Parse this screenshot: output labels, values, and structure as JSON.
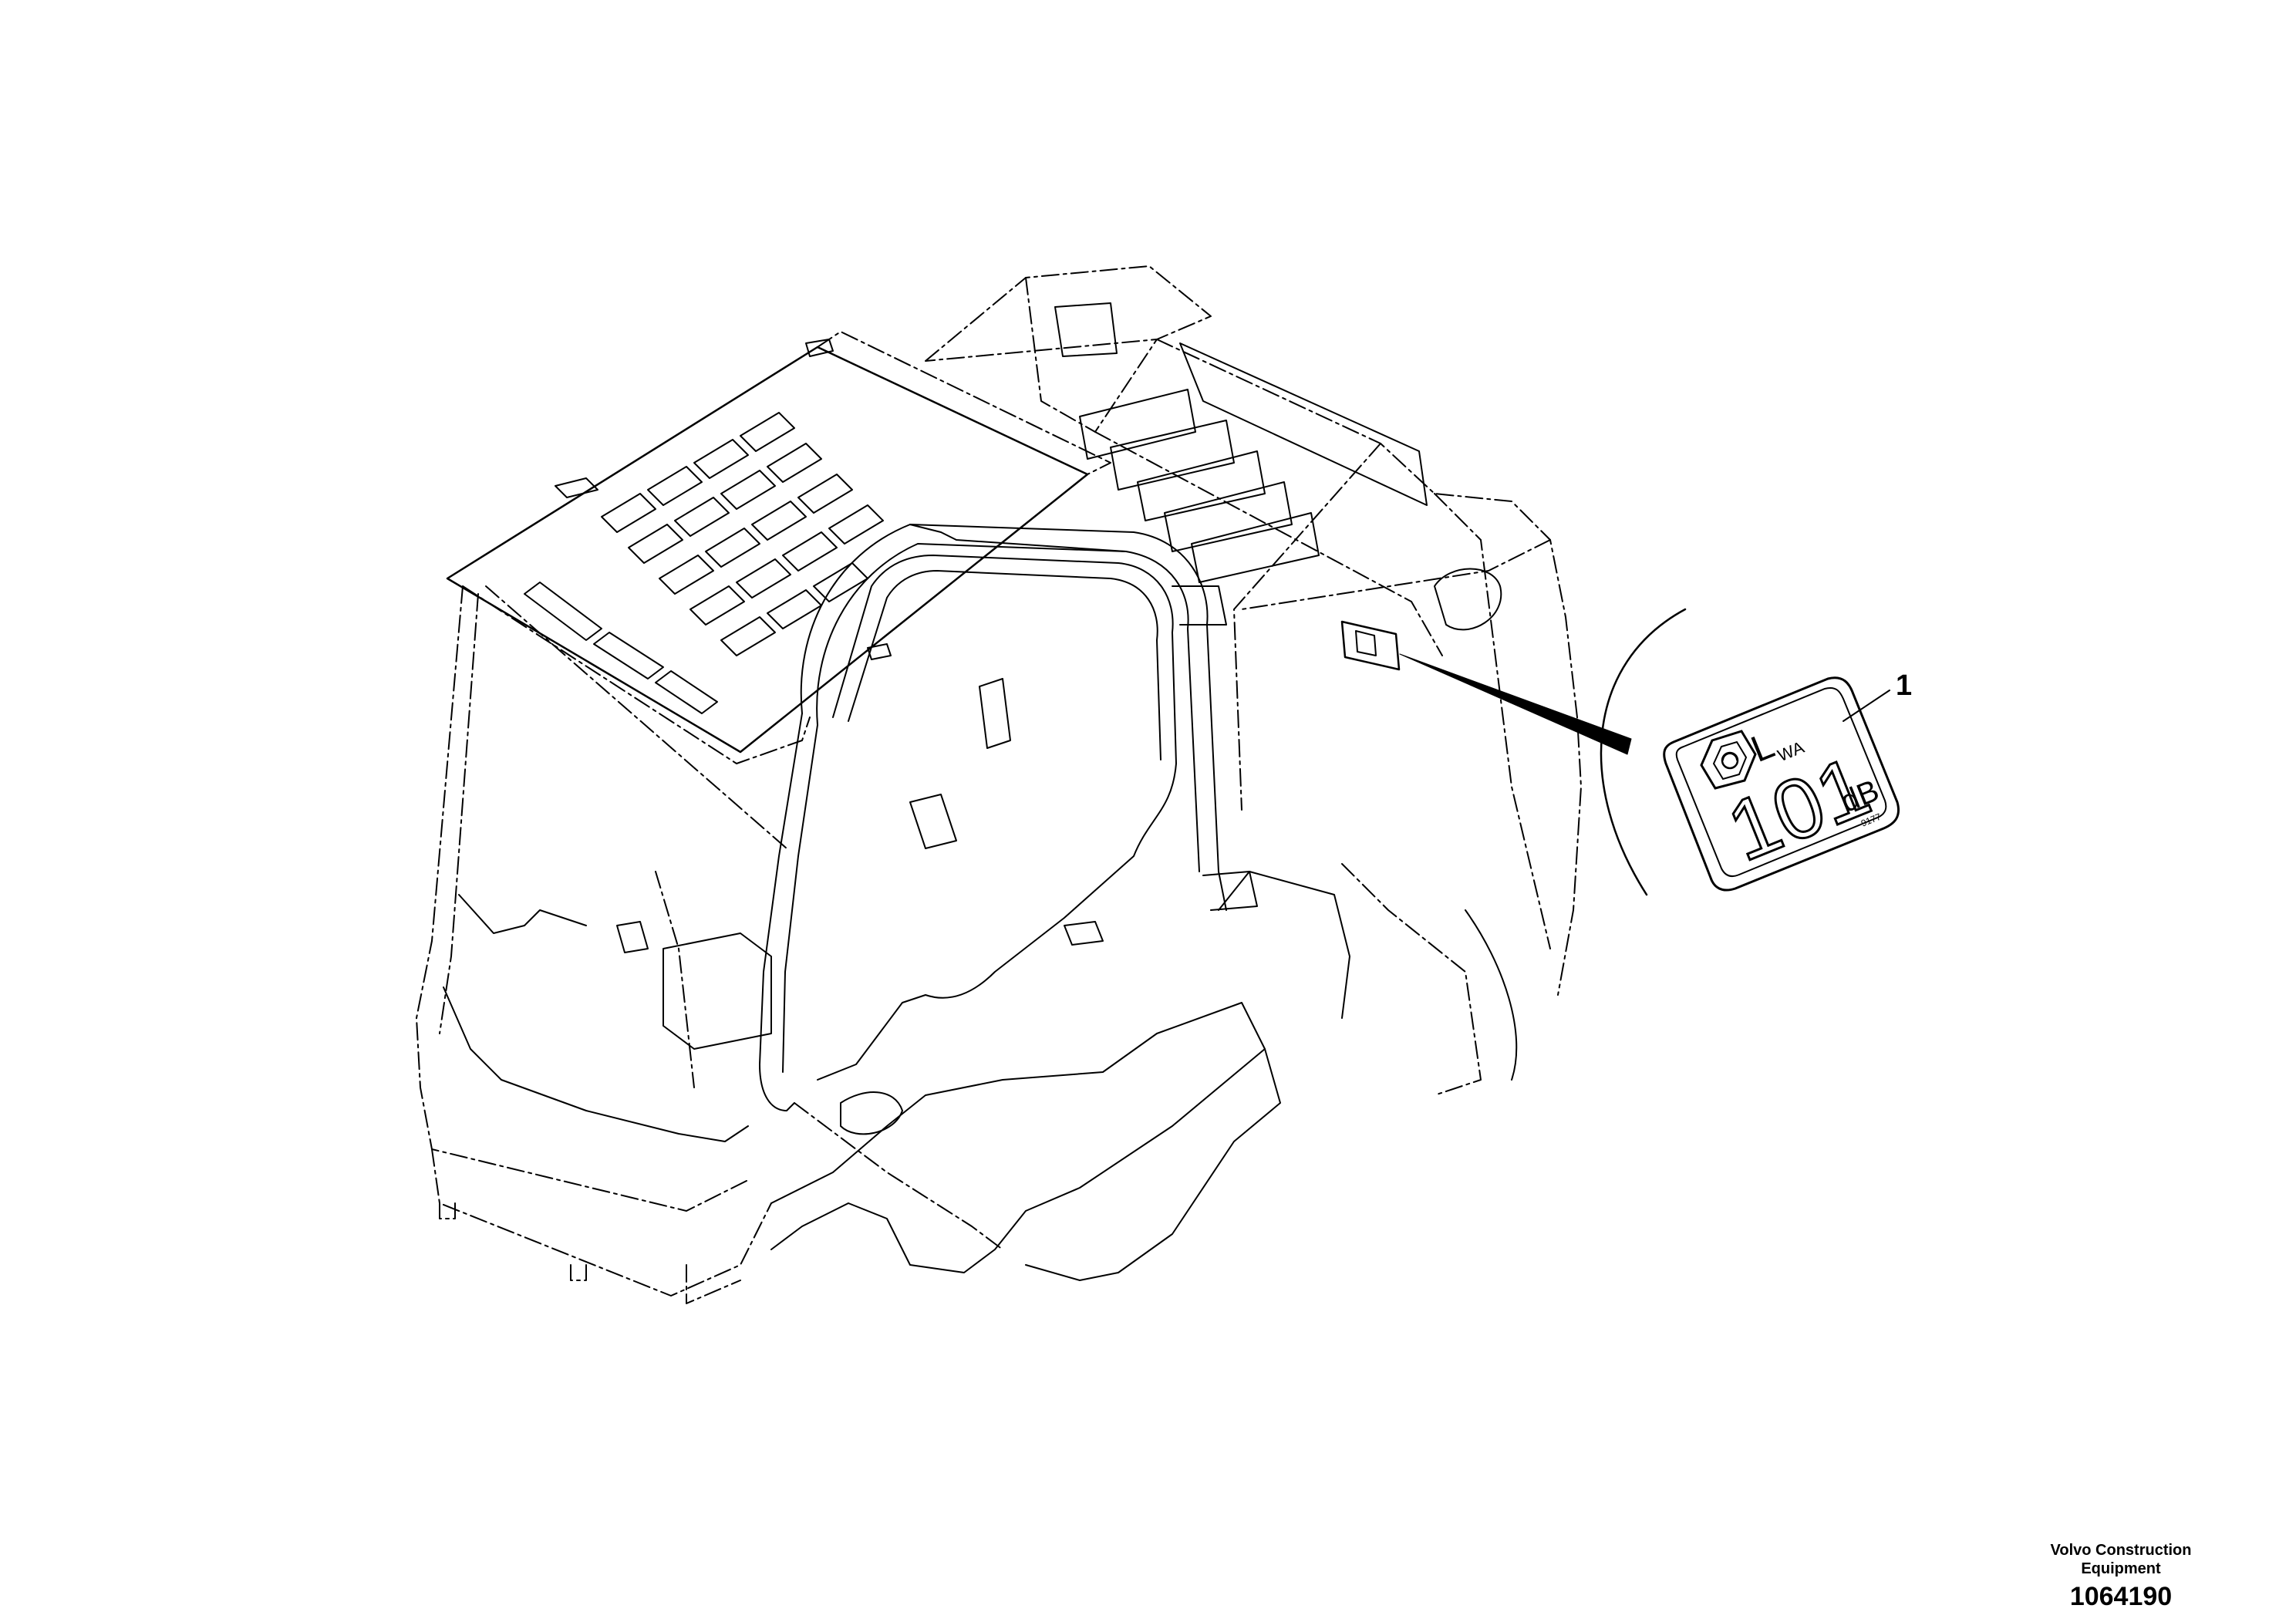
{
  "callout": {
    "number": "1"
  },
  "decal": {
    "symbol": "L",
    "subscript": "WA",
    "value": "101",
    "unit": "dB",
    "code": "9177"
  },
  "footer": {
    "brand_line1": "Volvo Construction",
    "brand_line2": "Equipment",
    "part_number": "1064190"
  },
  "icons": [
    "ear-protection-icon",
    "noise-decal-icon"
  ]
}
